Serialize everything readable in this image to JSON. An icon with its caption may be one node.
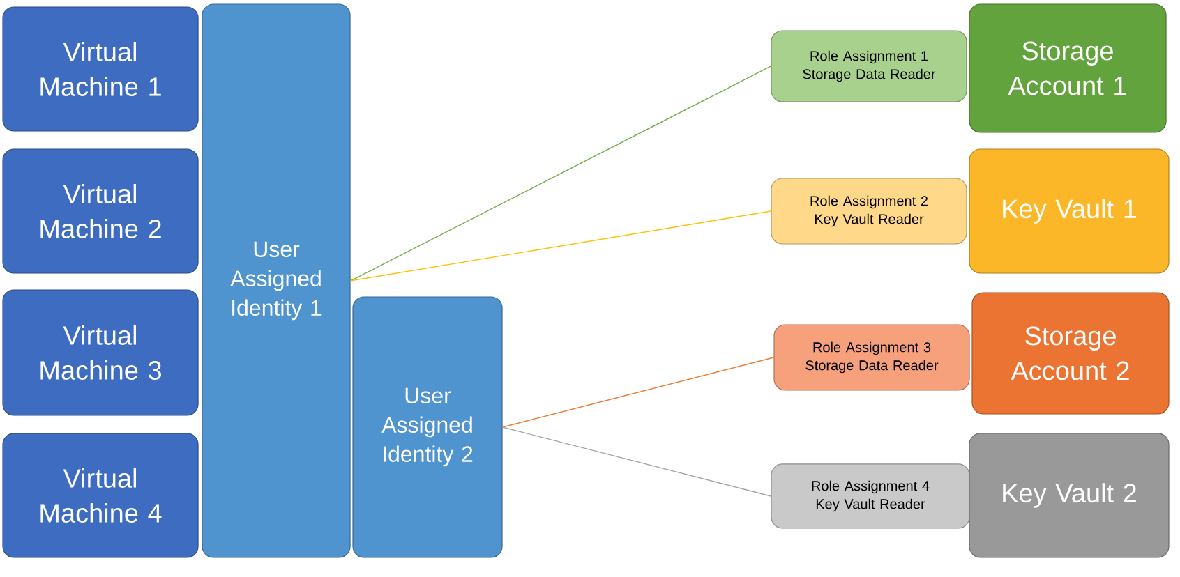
{
  "diagram": {
    "nodes": [
      {
        "text": [
          "Virtual Machine 1"
        ]
      },
      {
        "text": [
          "Virtual Machine 2"
        ]
      },
      {
        "text": [
          "Virtual Machine 3"
        ]
      },
      {
        "text": [
          "Virtual Machine 4"
        ]
      },
      {
        "text": [
          "User Assigned Identity 1"
        ]
      },
      {
        "text": [
          "User Assigned Identity 2"
        ]
      },
      {
        "text": [
          "Role Assignment 1 Storage Data Reader"
        ]
      },
      {
        "text": [
          "Storage Account 1"
        ]
      },
      {
        "text": [
          "Role Assignment 2 Key Vault Reader"
        ]
      },
      {
        "text": [
          "Key Vault 1"
        ]
      },
      {
        "text": [
          "Role Assignment 3 Storage Data Reader"
        ]
      },
      {
        "text": [
          "Storage Account 2"
        ]
      },
      {
        "text": [
          "Role Assignment 4 Key Vault Reader"
        ]
      },
      {
        "text": [
          "Key Vault 2"
        ]
      }
    ],
    "edges": [
      {
        "from": 4,
        "to": 6,
        "arrow": "none",
        "color": "#70ad47"
      },
      {
        "from": 4,
        "to": 8,
        "arrow": "none",
        "color": "#ffc000"
      },
      {
        "from": 5,
        "to": 10,
        "arrow": "none",
        "color": "#ed7d31"
      },
      {
        "from": 5,
        "to": 12,
        "arrow": "none",
        "color": "#a5a5a5"
      }
    ]
  }
}
